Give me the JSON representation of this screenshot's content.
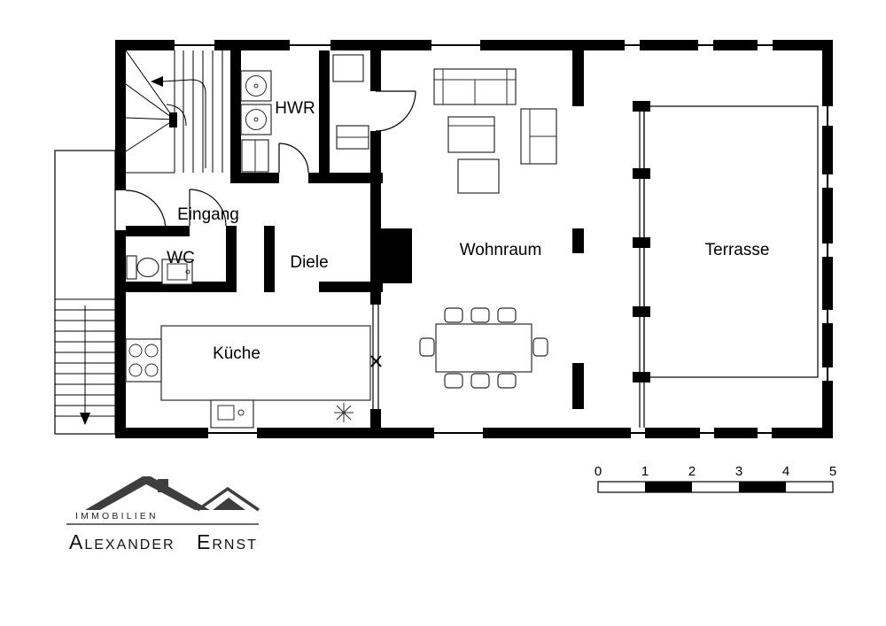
{
  "plan": {
    "rooms": {
      "hwr": "HWR",
      "eingang": "Eingang",
      "wc": "WC",
      "diele": "Diele",
      "kueche": "Küche",
      "wohnraum": "Wohnraum",
      "terrasse": "Terrasse"
    },
    "fixtures": [
      "staircase-interior",
      "staircase-exterior",
      "washing-machine",
      "dryer",
      "shelf",
      "wardrobe",
      "toilet",
      "washbasin",
      "stove",
      "sink",
      "kitchen-counter",
      "sofa",
      "armchair",
      "coffee-table",
      "dining-table",
      "dining-chair",
      "dishwasher-symbol",
      "column",
      "glass-facade"
    ]
  },
  "scale": {
    "labels": [
      "0",
      "1",
      "2",
      "3",
      "4",
      "5"
    ],
    "units": "m",
    "segments": 5
  },
  "logo": {
    "tagline": "IMMOBILIEN",
    "name_first": "Alexander",
    "name_last": "Ernst"
  },
  "colors": {
    "wall": "#000000",
    "background": "#ffffff",
    "logo": "#3e3e3e"
  }
}
